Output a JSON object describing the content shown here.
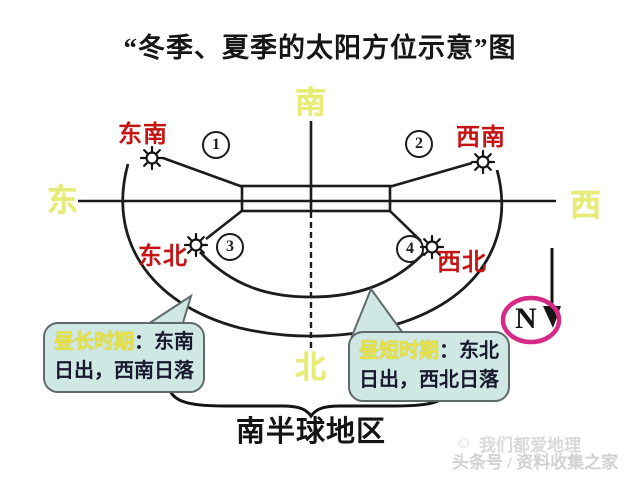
{
  "title": "“冬季、夏季的太阳方位示意”图",
  "compass_labels": {
    "south": "南",
    "north": "北",
    "east": "东",
    "west": "西"
  },
  "sun_markers": [
    {
      "num": "1",
      "direction": "东南"
    },
    {
      "num": "2",
      "direction": "西南"
    },
    {
      "num": "3",
      "direction": "东北"
    },
    {
      "num": "4",
      "direction": "西北"
    }
  ],
  "callouts": {
    "long_day": {
      "period": "昼长时期",
      "colon": "：",
      "line1_rest": "东南",
      "line2": "日出，西南日落"
    },
    "short_day": {
      "period": "昼短时期",
      "colon": "：",
      "line1_rest": "东北",
      "line2": "日出，西北日落"
    }
  },
  "north_arrow": {
    "letter": "N"
  },
  "region_label": "南半球地区",
  "watermark": {
    "icon": "☺",
    "line1": "我们都爱地理",
    "line2": "头条号 / 资料收集之家"
  },
  "colors": {
    "direction_yellow": "#e6ec74",
    "label_red": "#c41414",
    "callout_fill": "#cfe8e3",
    "callout_period_yellow": "#e8e243",
    "callout_text_dark": "#18182f",
    "compass_ring_magenta": "#d42a86",
    "line_black": "#1c1c1c",
    "watermark_gray": "#d9d9d9"
  }
}
